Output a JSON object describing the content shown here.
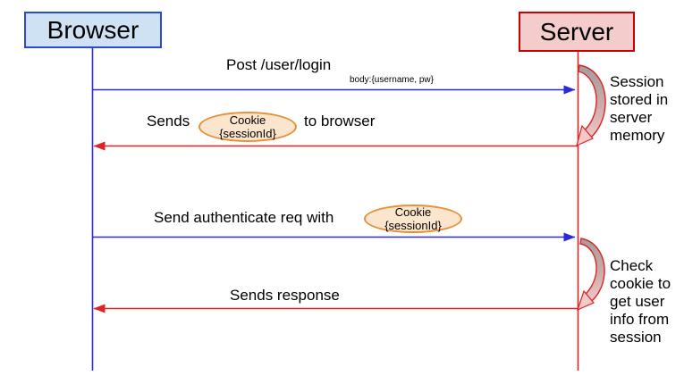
{
  "actors": {
    "browser": {
      "label": "Browser"
    },
    "server": {
      "label": "Server"
    }
  },
  "messages": [
    {
      "label": "Post /user/login",
      "sublabel": "body:{username, pw}",
      "direction": "browser-to-server"
    },
    {
      "label_before": "Sends",
      "cookie": {
        "line1": "Cookie",
        "line2": "{sessionId}"
      },
      "label_after": "to browser",
      "direction": "server-to-browser"
    },
    {
      "label_before": "Send authenticate req with",
      "cookie": {
        "line1": "Cookie",
        "line2": "{sessionId}"
      },
      "direction": "browser-to-server"
    },
    {
      "label": "Sends response",
      "direction": "server-to-browser"
    }
  ],
  "annotations": [
    {
      "text": "Session\nstored in\nserver\nmemory"
    },
    {
      "text": "Check\ncookie to\nget user\ninfo from\nsession"
    }
  ],
  "colors": {
    "browser_fill": "#cfe2f3",
    "browser_border": "#2d4bd1",
    "server_fill": "#f4cccc",
    "server_border": "#cc0000",
    "blue_line": "#2a2ad6",
    "red_line": "#e02222",
    "cookie_fill": "#fce5cd",
    "cookie_border": "#e69138",
    "curved_arrow_gray": "#a9a9a9",
    "text": "#000000"
  }
}
